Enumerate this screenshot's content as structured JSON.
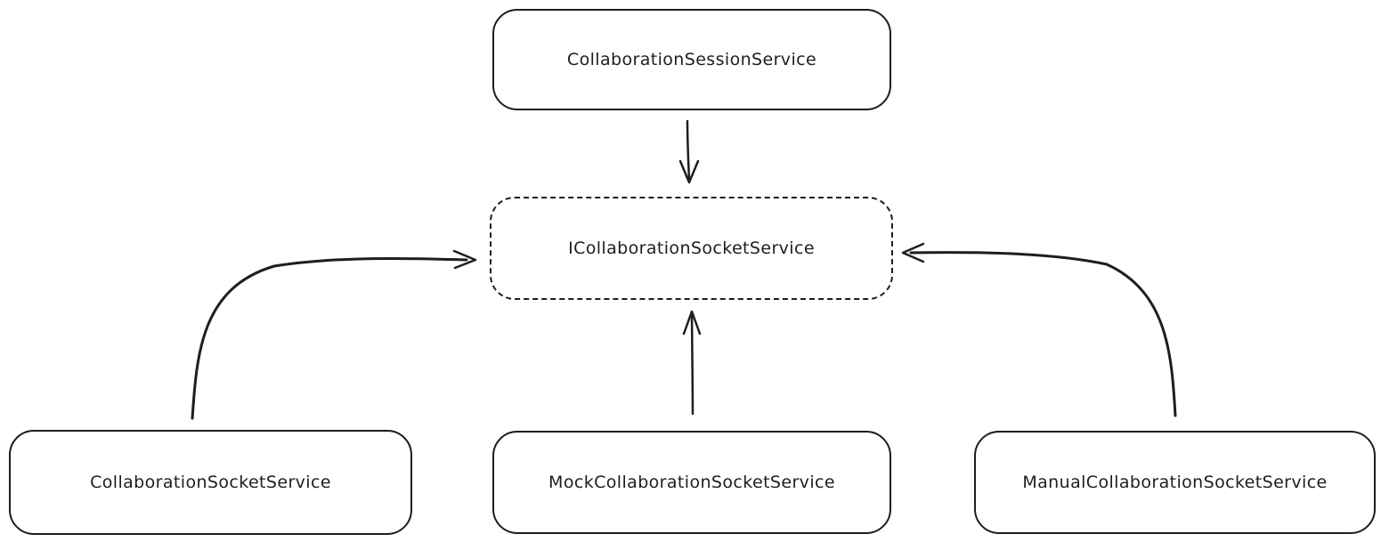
{
  "diagram": {
    "type": "architecture-diagram",
    "style": "hand-drawn-whiteboard",
    "colors": {
      "stroke": "#1e1e1e",
      "background": "#ffffff"
    },
    "nodes": [
      {
        "id": "collaboration-session-service",
        "label": "CollaborationSessionService",
        "border": "solid",
        "position": "top-center"
      },
      {
        "id": "i-collaboration-socket-service",
        "label": "ICollaborationSocketService",
        "border": "dashed",
        "position": "middle-center"
      },
      {
        "id": "collaboration-socket-service",
        "label": "CollaborationSocketService",
        "border": "solid",
        "position": "bottom-left"
      },
      {
        "id": "mock-collaboration-socket-service",
        "label": "MockCollaborationSocketService",
        "border": "solid",
        "position": "bottom-center"
      },
      {
        "id": "manual-collaboration-socket-service",
        "label": "ManualCollaborationSocketService",
        "border": "solid",
        "position": "bottom-right"
      }
    ],
    "edges": [
      {
        "from": "CollaborationSessionService",
        "to": "ICollaborationSocketService",
        "shape": "straight-down",
        "arrowhead": "to"
      },
      {
        "from": "CollaborationSocketService",
        "to": "ICollaborationSocketService",
        "shape": "curved-up-right",
        "arrowhead": "to"
      },
      {
        "from": "MockCollaborationSocketService",
        "to": "ICollaborationSocketService",
        "shape": "straight-up",
        "arrowhead": "to"
      },
      {
        "from": "ManualCollaborationSocketService",
        "to": "ICollaborationSocketService",
        "shape": "curved-up-left",
        "arrowhead": "to"
      }
    ]
  }
}
